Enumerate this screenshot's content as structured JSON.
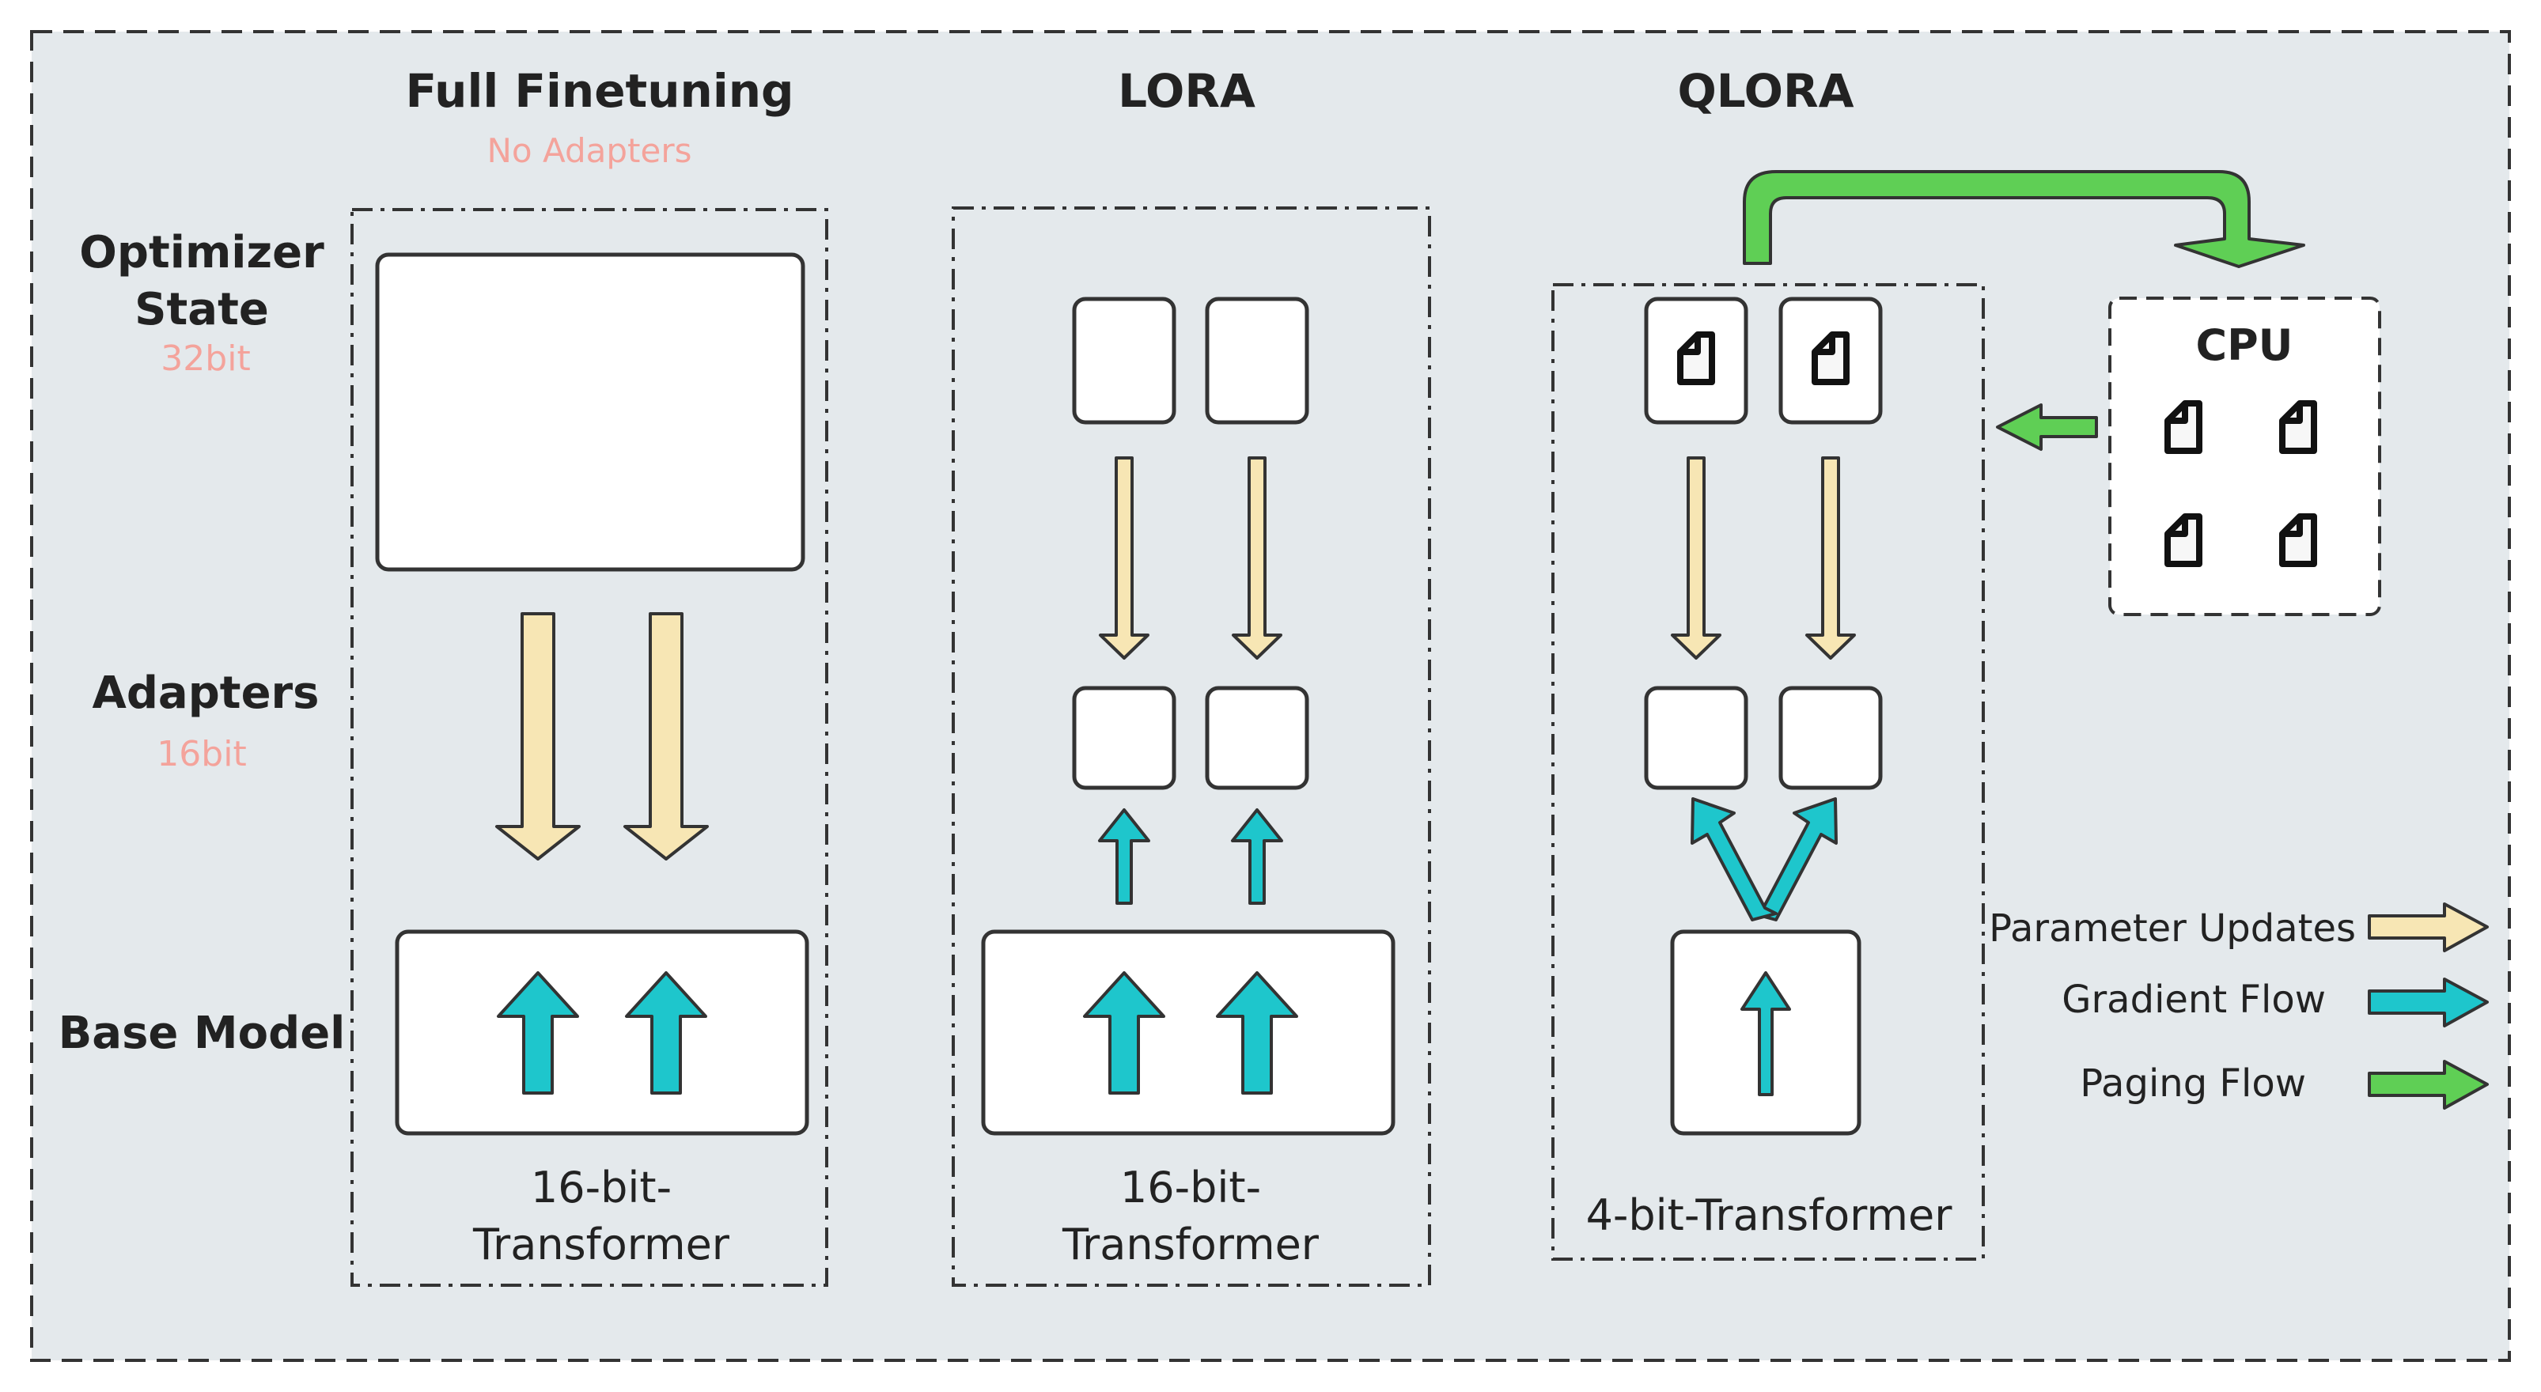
{
  "columns": {
    "full": {
      "title": "Full Finetuning",
      "subtitle": "No Adapters",
      "footer_line1": "16-bit-",
      "footer_line2": "Transformer"
    },
    "lora": {
      "title": "LORA",
      "footer_line1": "16-bit-",
      "footer_line2": "Transformer"
    },
    "qlora": {
      "title": "QLORA",
      "footer": "4-bit-Transformer"
    }
  },
  "rows": {
    "optimizer_line1": "Optimizer",
    "optimizer_line2": "State",
    "optimizer_bits": "32bit",
    "adapters": "Adapters",
    "adapters_bits": "16bit",
    "base_model": "Base Model"
  },
  "cpu": {
    "label": "CPU"
  },
  "legend": [
    {
      "label": "Parameter Updates",
      "color": "#f7e6b4"
    },
    {
      "label": "Gradient Flow",
      "color": "#1ec6cc"
    },
    {
      "label": "Paging Flow",
      "color": "#5fcf55"
    }
  ],
  "colors": {
    "background": "#e4e9ec",
    "accent_text": "#f4a39b",
    "parameter_update": "#f7e6b4",
    "gradient": "#1ec6cc",
    "paging": "#5fcf55"
  },
  "icons": {
    "page_icon": "document-icon"
  }
}
